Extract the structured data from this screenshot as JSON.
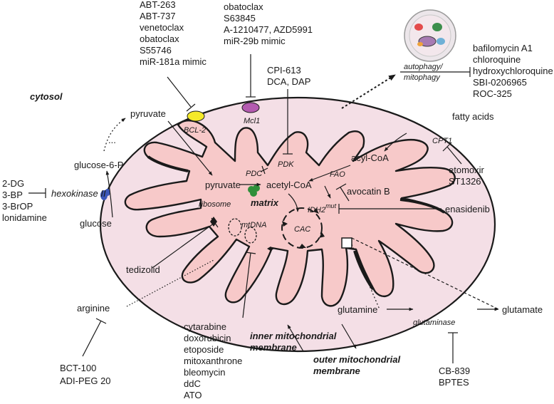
{
  "compartments": {
    "cytosol": "cytosol",
    "matrix": "matrix",
    "inner_membrane": [
      "inner mitochondrial",
      "membrane"
    ],
    "outer_membrane": [
      "outer mitochondrial",
      "membrane"
    ]
  },
  "proteins": {
    "bcl2": "BCL-2",
    "mcl1": "Mcl1",
    "hexokinase": "hexokinase II",
    "pdk": "PDK",
    "pdc": "PDC",
    "fao": "FAO",
    "cpt1": "CPT1",
    "idh2_base": "IDH2",
    "idh2_sup": "mut",
    "glutaminase": "glutaminase",
    "ribosome": "ribosome",
    "mtdna": "mtDNA",
    "cac": "CAC"
  },
  "metabolites": {
    "pyruvate_cytosol": "pyruvate",
    "dots": "...",
    "glucose6p": "glucose-6-P",
    "glucose": "glucose",
    "pyruvate_matrix": "pyruvate",
    "acetyl_coa": "acetyl-CoA",
    "acyl_coa": "acyl-CoA",
    "fatty_acids": "fatty acids",
    "glutamine": "glutamine",
    "glutamate": "glutamate",
    "arginine": "arginine"
  },
  "processes": {
    "autophagy": [
      "autophagy/",
      "mitophagy"
    ]
  },
  "drugs": {
    "bcl2_inhibitors": [
      "ABT-263",
      "ABT-737",
      "venetoclax",
      "obatoclax",
      "S55746",
      "miR-181a mimic"
    ],
    "mcl1_inhibitors": [
      "obatoclax",
      "S63845",
      "A-1210477, AZD5991",
      "miR-29b mimic"
    ],
    "pdk_inhibitors": [
      "CPI-613",
      "DCA, DAP"
    ],
    "autophagy_inhibitors": [
      "bafilomycin A1",
      "chloroquine",
      "hydroxychloroquine",
      "SBI-0206965",
      "ROC-325"
    ],
    "cpt1_inhibitors": [
      "etomoxir",
      "ST1326"
    ],
    "fao_inhibitor": "avocatin B",
    "hk_inhibitors": [
      "2-DG",
      "3-BP",
      "3-BrOP",
      "lonidamine"
    ],
    "idh2_inhibitor": "enasidenib",
    "ribosome_inhibitor": "tedizolid",
    "mtdna_inhibitors": [
      "cytarabine",
      "doxorubicin",
      "etoposide",
      "mitoxanthrone",
      "bleomycin",
      "ddC",
      "ATO"
    ],
    "arginine_inhibitors": [
      "BCT-100",
      "ADI-PEG 20"
    ],
    "glutaminase_inhibitors": [
      "CB-839",
      "BPTES"
    ]
  },
  "colors": {
    "outer_membrane_fill": "#f4dfe6",
    "matrix_fill": "#f7c9c9",
    "bcl2": "#f5ea2a",
    "mcl1": "#b45bb0",
    "hexokinase": "#3b56b8",
    "pdc_complex": "#2f8f3a",
    "lines": "#1a1a1a"
  },
  "icons": [
    "cell-vacuole-icon",
    "bcl2-protein-icon",
    "mcl1-protein-icon",
    "hexokinase-protein-icon",
    "pdc-complex-icon"
  ]
}
